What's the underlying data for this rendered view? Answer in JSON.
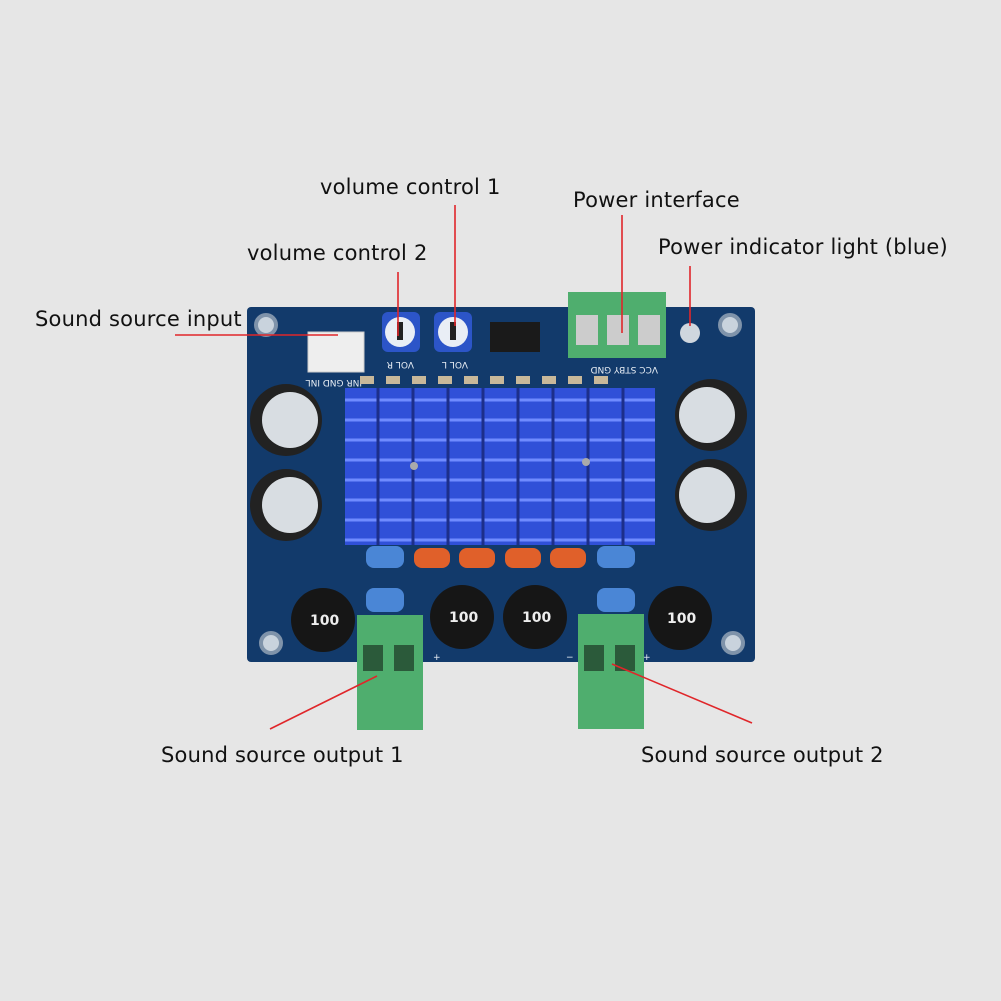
{
  "labels": {
    "volume_control_1": "volume control 1",
    "volume_control_2": "volume control 2",
    "sound_source_input": "Sound source input",
    "power_interface": "Power interface",
    "power_indicator": "Power indicator light (blue)",
    "sound_output_1": "Sound source output 1",
    "sound_output_2": "Sound source output 2"
  },
  "board": {
    "input_pins": "INR  GND  INL",
    "vol_r": "VOL R",
    "vol_l": "VOL L",
    "power_pins": "VCC  STBY       GND",
    "inductor": "100",
    "plus": "+",
    "minus": "−"
  },
  "colors": {
    "pointer": "#e0262a",
    "pcb": "#123a6b",
    "heatsink": "#3050d8",
    "terminal": "#4fae6e"
  }
}
